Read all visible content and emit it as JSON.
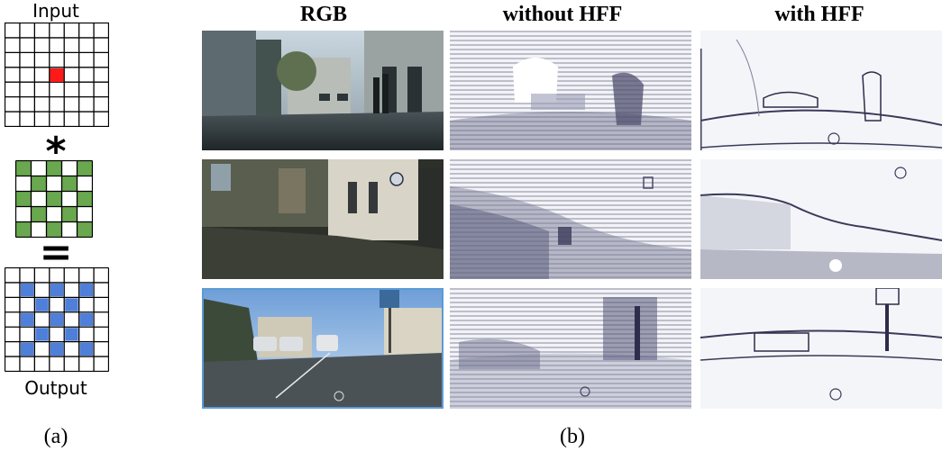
{
  "panel_a": {
    "input_label": "Input",
    "operator_conv": "*",
    "operator_eq": "=",
    "output_label": "Output",
    "caption": "(a)",
    "input_highlight_color": "#ff1a1a",
    "kernel_color": "#6aa84f",
    "output_color": "#4f7fd9"
  },
  "panel_b": {
    "headers": [
      "RGB",
      "without HFF",
      "with HFF"
    ],
    "caption": "(b)",
    "highlight_border_color": "#5b9bd5"
  }
}
